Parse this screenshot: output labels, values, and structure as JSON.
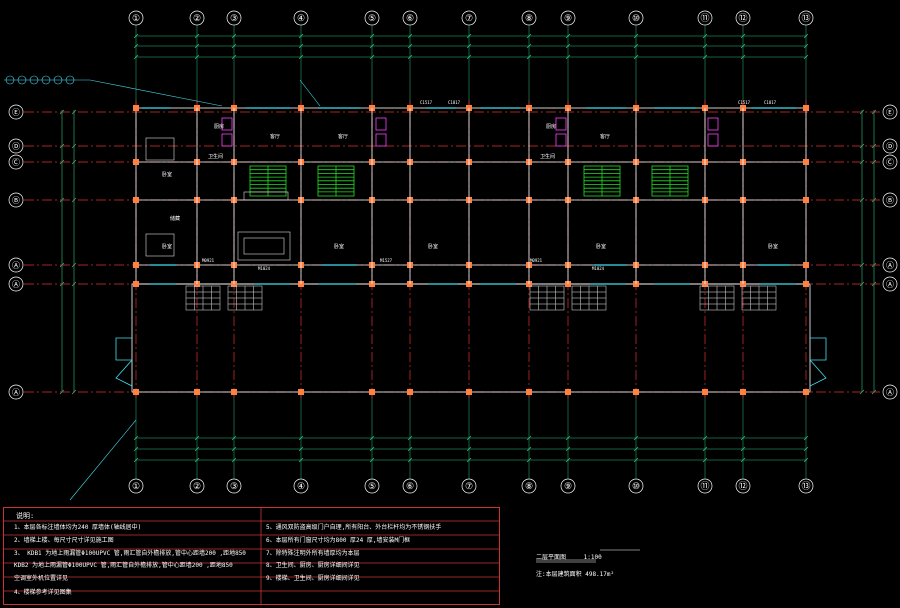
{
  "axes_top": [
    "①",
    "②",
    "③",
    "④",
    "⑤",
    "⑥",
    "⑦",
    "⑧",
    "⑨",
    "⑩",
    "⑪",
    "⑫",
    "⑬"
  ],
  "axes_side": [
    "Ⓔ",
    "Ⓓ",
    "Ⓒ",
    "Ⓑ",
    "Ⓐ",
    "Ⓐ",
    "Ⓐ"
  ],
  "room_labels": [
    "厨房",
    "卫生间",
    "客厅",
    "卧室",
    "卧室",
    "储藏",
    "客厅",
    "卧室",
    "卧室",
    "厨房",
    "卫生间",
    "客厅",
    "卧室",
    "卧室"
  ],
  "door_labels": [
    "M0921",
    "M1024",
    "M1527",
    "C1517",
    "C1817",
    "M0921",
    "M1024",
    "C1517",
    "C1817"
  ],
  "notes": {
    "title": "说明:",
    "left": [
      "1、本层各标注墙体均为240  厚墙体(轴线居中)",
      "2、墙梯上楼、每尺寸尺寸详见施工图",
      "3、   KDB1 为地上雨漏管Φ100UPVC   管,雨汇管自外檐排放,管中心距墙200 ,距地850",
      "      KDB2 为地上雨漏管Φ100UPVC   管,雨汇管自外檐排放,管中心距墙200 ,距地850",
      "   空调室外机位置详见",
      "4、楼梯参考详见图集"
    ],
    "right": [
      "5、通风双防盗高级门户自理,所有阳台、外台栏杆均为不锈钢扶手",
      "6、本层所有门窗尺寸均为800  厚24  厚,墙安装M门框",
      "7、除特殊注明外所有墙厚均为本层",
      "8、卫生间、厨房、厨房详细间详见",
      "9、楼梯、卫生间、厨房详细间详见"
    ]
  },
  "plan_title": "二层平面图",
  "plan_scale": "1:100",
  "plan_note": "注:本层建筑面积  498.17m²"
}
